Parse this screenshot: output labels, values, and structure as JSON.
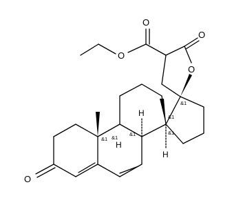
{
  "molecule": {
    "atoms": {
      "carbonyl_oxygen_ester": "O",
      "ether_oxygen_ester": "O",
      "lactone_carbonyl_oxygen": "O",
      "lactone_ring_oxygen": "O",
      "ketone_oxygen": "O"
    },
    "hydrogens": {
      "c8": "H",
      "c9": "H",
      "c14": "H"
    },
    "stereo_labels": {
      "c17": "&1",
      "c13": "&1",
      "c8": "&1",
      "c9": "&1",
      "c10": "&1",
      "c14": "&1"
    },
    "colors": {
      "bond": "#000000",
      "background": "#ffffff"
    }
  }
}
